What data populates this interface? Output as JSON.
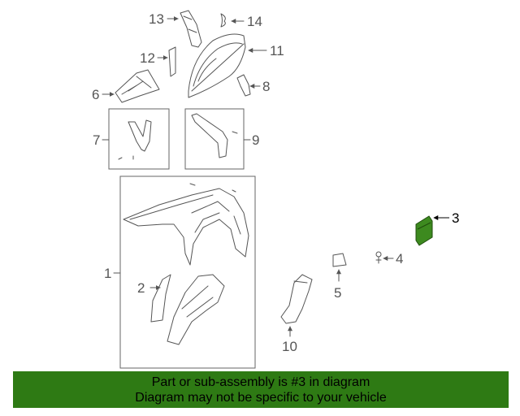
{
  "callouts": {
    "c1": "1",
    "c2": "2",
    "c3": "3",
    "c4": "4",
    "c5": "5",
    "c6": "6",
    "c7": "7",
    "c8": "8",
    "c9": "9",
    "c10": "10",
    "c11": "11",
    "c12": "12",
    "c13": "13",
    "c14": "14"
  },
  "highlight_color": "#3d8a1f",
  "banner": {
    "background": "#2e7a14",
    "line1": "Part or sub-assembly is #3 in diagram",
    "line2": "Diagram may not be specific to your vehicle"
  }
}
